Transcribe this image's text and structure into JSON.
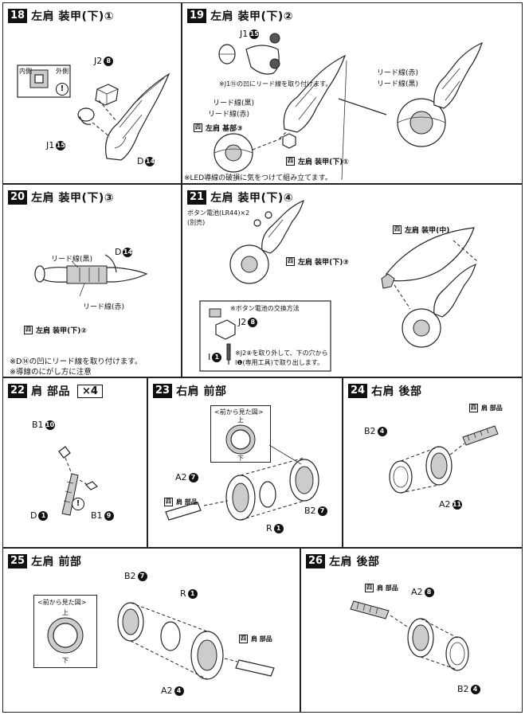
{
  "steps": {
    "s18": {
      "num": "18",
      "title": "左肩 装甲(下)①"
    },
    "s19": {
      "num": "19",
      "title": "左肩 装甲(下)②"
    },
    "s20": {
      "num": "20",
      "title": "左肩 装甲(下)③"
    },
    "s21": {
      "num": "21",
      "title": "左肩 装甲(下)④"
    },
    "s22": {
      "num": "22",
      "title": "肩 部品",
      "qty": "×4"
    },
    "s23": {
      "num": "23",
      "title": "右肩 前部"
    },
    "s24": {
      "num": "24",
      "title": "右肩 後部"
    },
    "s25": {
      "num": "25",
      "title": "左肩 前部"
    },
    "s26": {
      "num": "26",
      "title": "左肩 後部"
    }
  },
  "s18": {
    "inner_label": "内側",
    "outer_label": "外側",
    "j2": "J2",
    "j2_num": "8",
    "j1": "J1",
    "j1_num": "15",
    "d": "D",
    "d_num": "14"
  },
  "s19": {
    "j1": "J1",
    "j1_num": "15",
    "j1_note": "※J1⑮の凹にリード線を取り付けます。",
    "lead_black": "リード線(黒)",
    "lead_red": "リード線(赤)",
    "base_tag": "四",
    "base_label": "左肩 基部③",
    "armor_tag": "四",
    "armor_label": "左肩 装甲(下)①",
    "led_note": "※LED導線の破損に気をつけて組み立てます。",
    "right_lead_red": "リード線(赤)",
    "right_lead_black": "リード線(黒)"
  },
  "s20": {
    "lead_black": "リード線(黒)",
    "lead_red": "リード線(赤)",
    "d": "D",
    "d_num": "14",
    "tag": "四",
    "label": "左肩 装甲(下)②",
    "note1": "※D⑭の凹にリード線を取り付けます。",
    "note2": "※導線のにがし方に注意"
  },
  "s21": {
    "battery": "ボタン電池(LR44)×2",
    "battery_sub": "(別売)",
    "armor_tag": "四",
    "armor_label": "左肩 装甲(下)③",
    "mid_tag": "四",
    "mid_label": "左肩 装甲(中)",
    "box_title": "※ボタン電池の交換方法",
    "j2": "J2",
    "j2_num": "8",
    "i": "I",
    "i_num": "1",
    "box_note1": "※J2⑧を取り外して、下の穴から",
    "box_note2": "I❶(専用工具)で取り出します。"
  },
  "s22": {
    "b1a": "B1",
    "b1a_num": "10",
    "d": "D",
    "d_num": "1",
    "b1b": "B1",
    "b1b_num": "9"
  },
  "s23": {
    "view_title": "<前から見た図>",
    "up": "上",
    "down": "下",
    "a2": "A2",
    "a2_num": "7",
    "part_tag": "四",
    "part_label": "肩 部品",
    "b2": "B2",
    "b2_num": "7",
    "r": "R",
    "r_num": "1"
  },
  "s24": {
    "part_tag": "四",
    "part_label": "肩 部品",
    "b2": "B2",
    "b2_num": "4",
    "a2": "A2",
    "a2_num": "11"
  },
  "s25": {
    "b2": "B2",
    "b2_num": "7",
    "r": "R",
    "r_num": "1",
    "view_title": "<前から見た図>",
    "up": "上",
    "down": "下",
    "part_tag": "四",
    "part_label": "肩 部品",
    "a2": "A2",
    "a2_num": "4"
  },
  "s26": {
    "part_tag": "四",
    "part_label": "肩 部品",
    "a2": "A2",
    "a2_num": "8",
    "b2": "B2",
    "b2_num": "4"
  }
}
